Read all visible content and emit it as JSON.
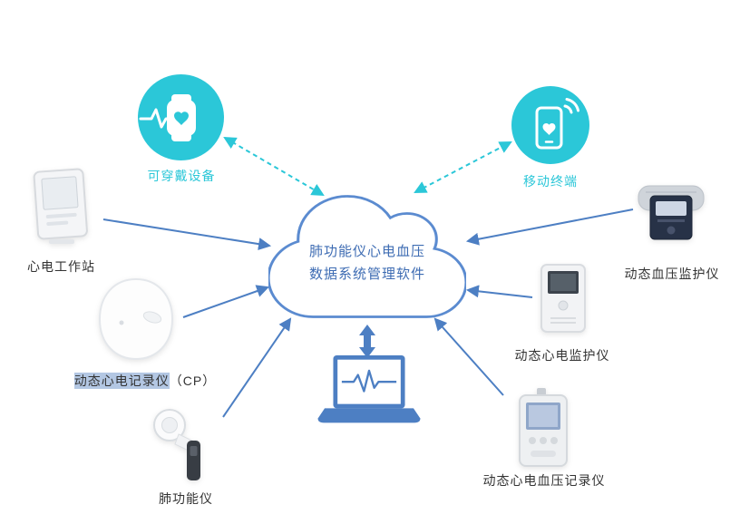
{
  "colors": {
    "teal": "#2bc7d8",
    "blue": "#4d7fc3",
    "cloud_border": "#5b8bd0",
    "cloud_text": "#3e6cb3",
    "label": "#333333",
    "highlight_bg": "#b3c7e3"
  },
  "cloud": {
    "line1": "肺功能仪心电血压",
    "line2": "数据系统管理软件"
  },
  "nodes": {
    "wearable": {
      "label": "可穿戴设备"
    },
    "mobile": {
      "label": "移动终端"
    },
    "ecg_workstation": {
      "label": "心电工作站"
    },
    "holter_recorder": {
      "label_main": "动态心电记录仪",
      "label_suffix": "（CP）"
    },
    "spirometer": {
      "label": "肺功能仪"
    },
    "abp_monitor": {
      "label": "动态血压监护仪"
    },
    "holter_monitor": {
      "label": "动态心电监护仪"
    },
    "ecg_bp_recorder": {
      "label": "动态心电血压记录仪"
    }
  }
}
